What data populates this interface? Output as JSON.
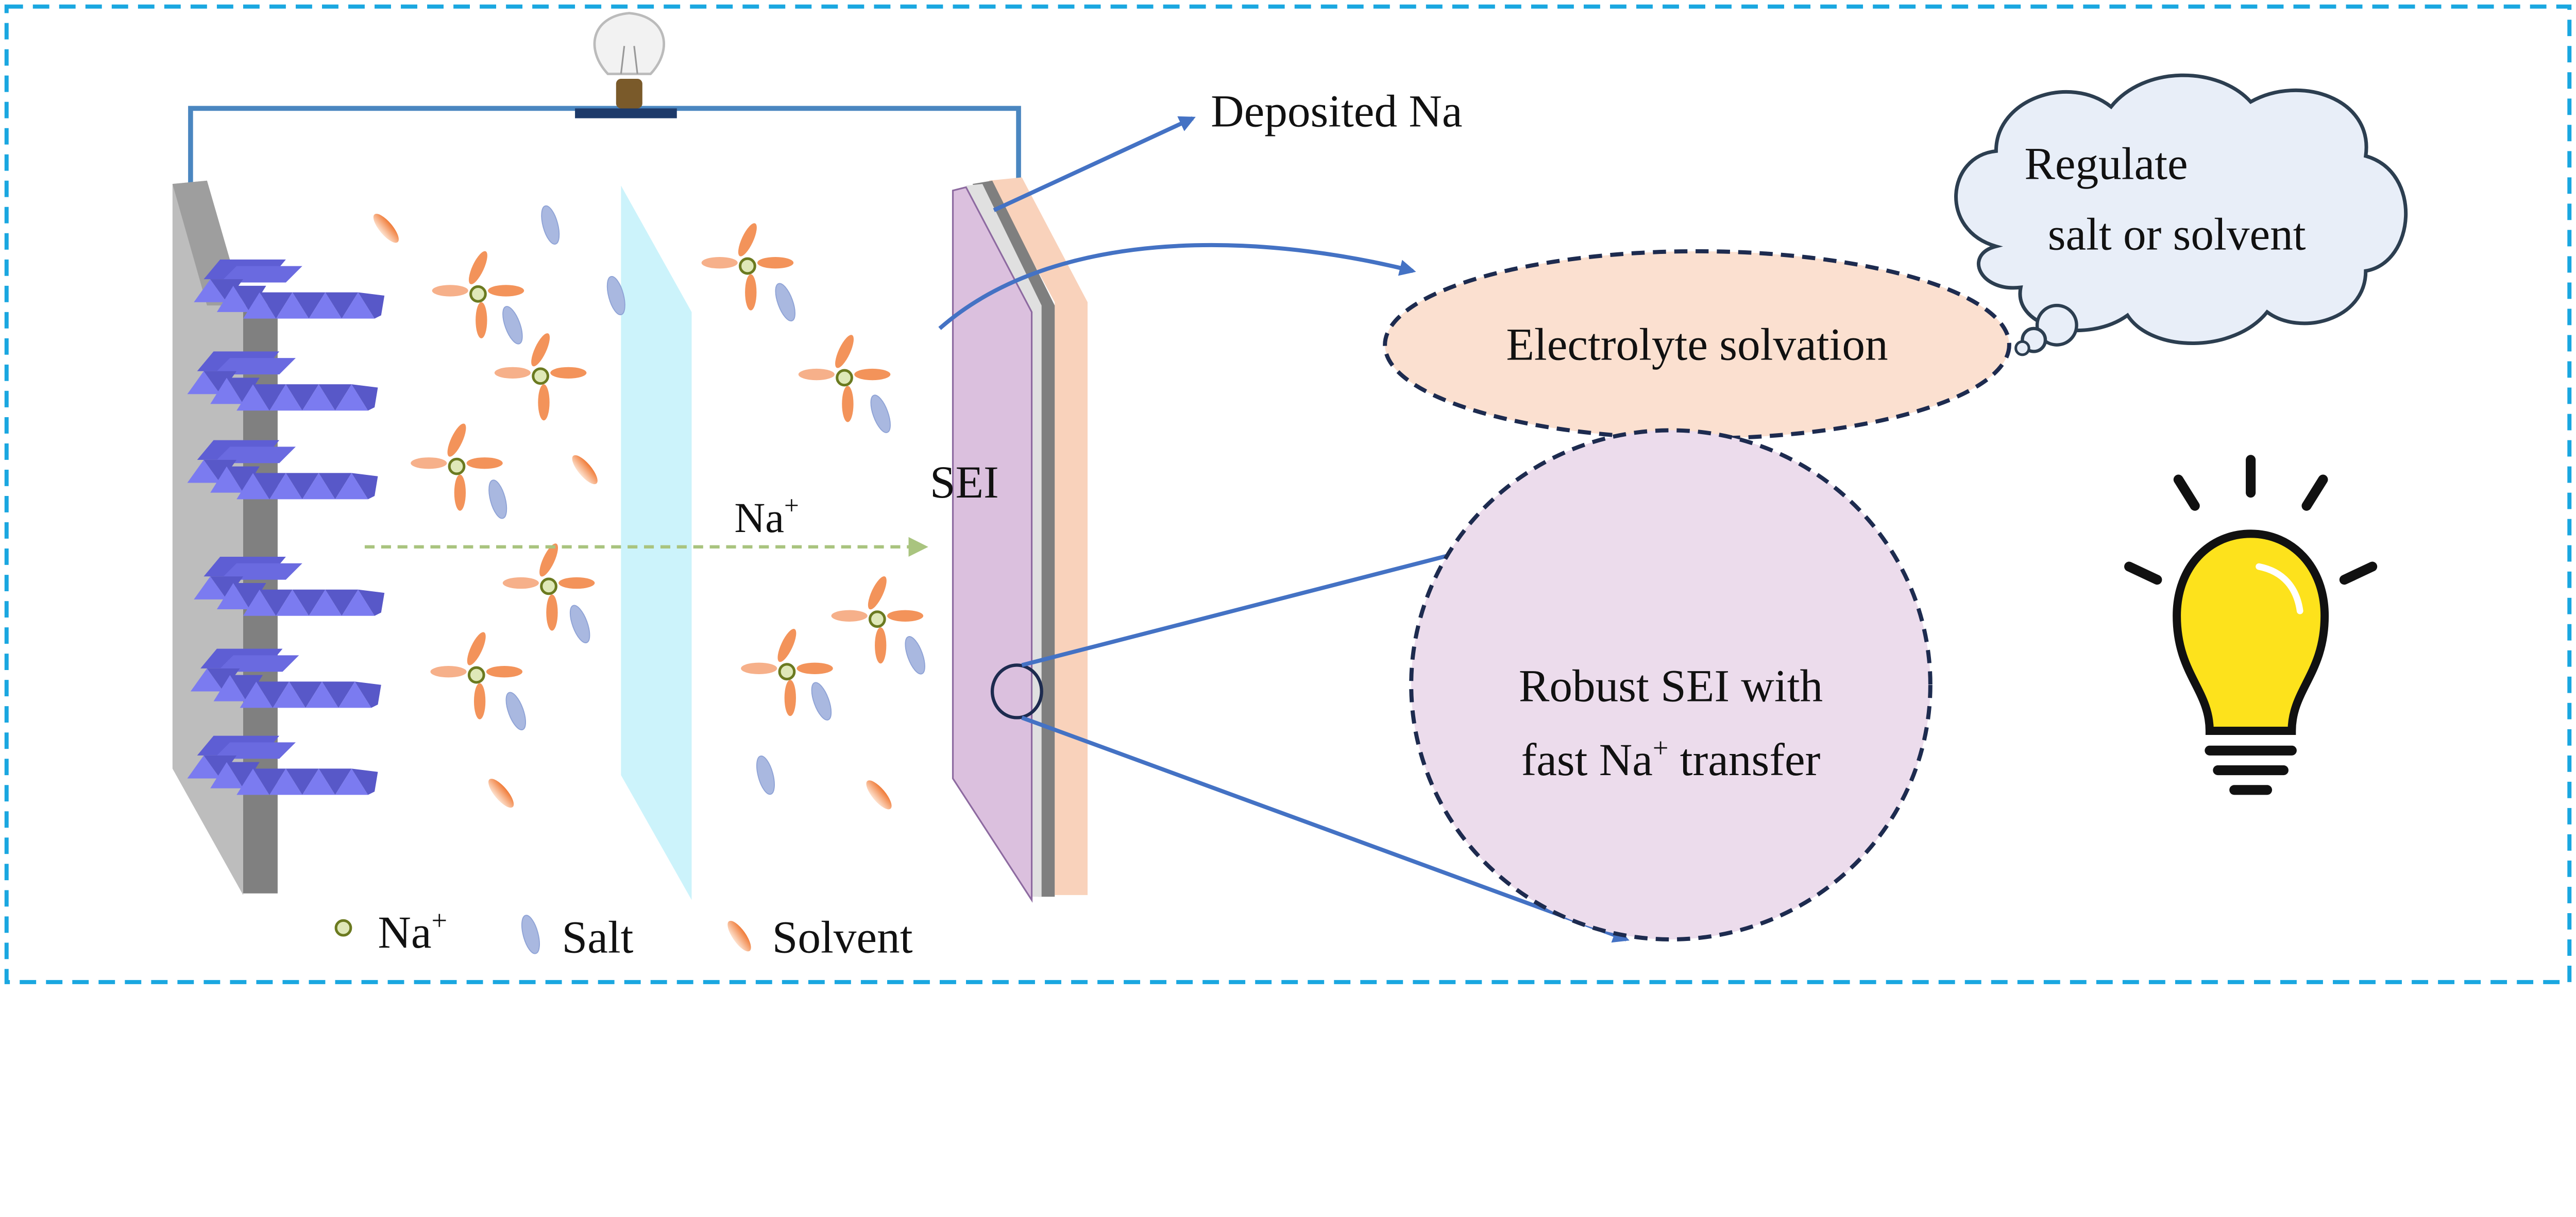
{
  "colors": {
    "frame": "#1aa7e0",
    "wire": "#4a86c0",
    "arrow": "#4472c4",
    "anode_light": "#bdbdbd",
    "anode_dark": "#808080",
    "crystal": "#7b7bf0",
    "separator": "#ccf3fb",
    "sei": "#dbc0de",
    "current_collector": "#f9d2bb",
    "na_ion": "#8aa84a",
    "salt": "#a9b8e0",
    "solvent": "#f08a4b",
    "solvation_bubble": "#fbe0d0",
    "sei_bubble": "#ecdcec",
    "cloud": "#e8eef8",
    "idea_bulb": "#fde21c"
  },
  "labels": {
    "deposited_na": "Deposited Na",
    "sei": "SEI",
    "migration_base": "Na",
    "migration_sup": "+",
    "solvation": "Electrolyte solvation",
    "cloud_line1": "Regulate",
    "cloud_line2": "salt or solvent",
    "sei_bubble_line1": "Robust SEI with",
    "sei_bubble_line2_pre": "fast Na",
    "sei_bubble_line2_sup": "+",
    "sei_bubble_line2_post": " transfer"
  },
  "legend": {
    "na_base": "Na",
    "na_sup": "+",
    "salt": "Salt",
    "solvent": "Solvent"
  },
  "icons": [
    "light-bulb-icon",
    "idea-bulb-icon"
  ]
}
